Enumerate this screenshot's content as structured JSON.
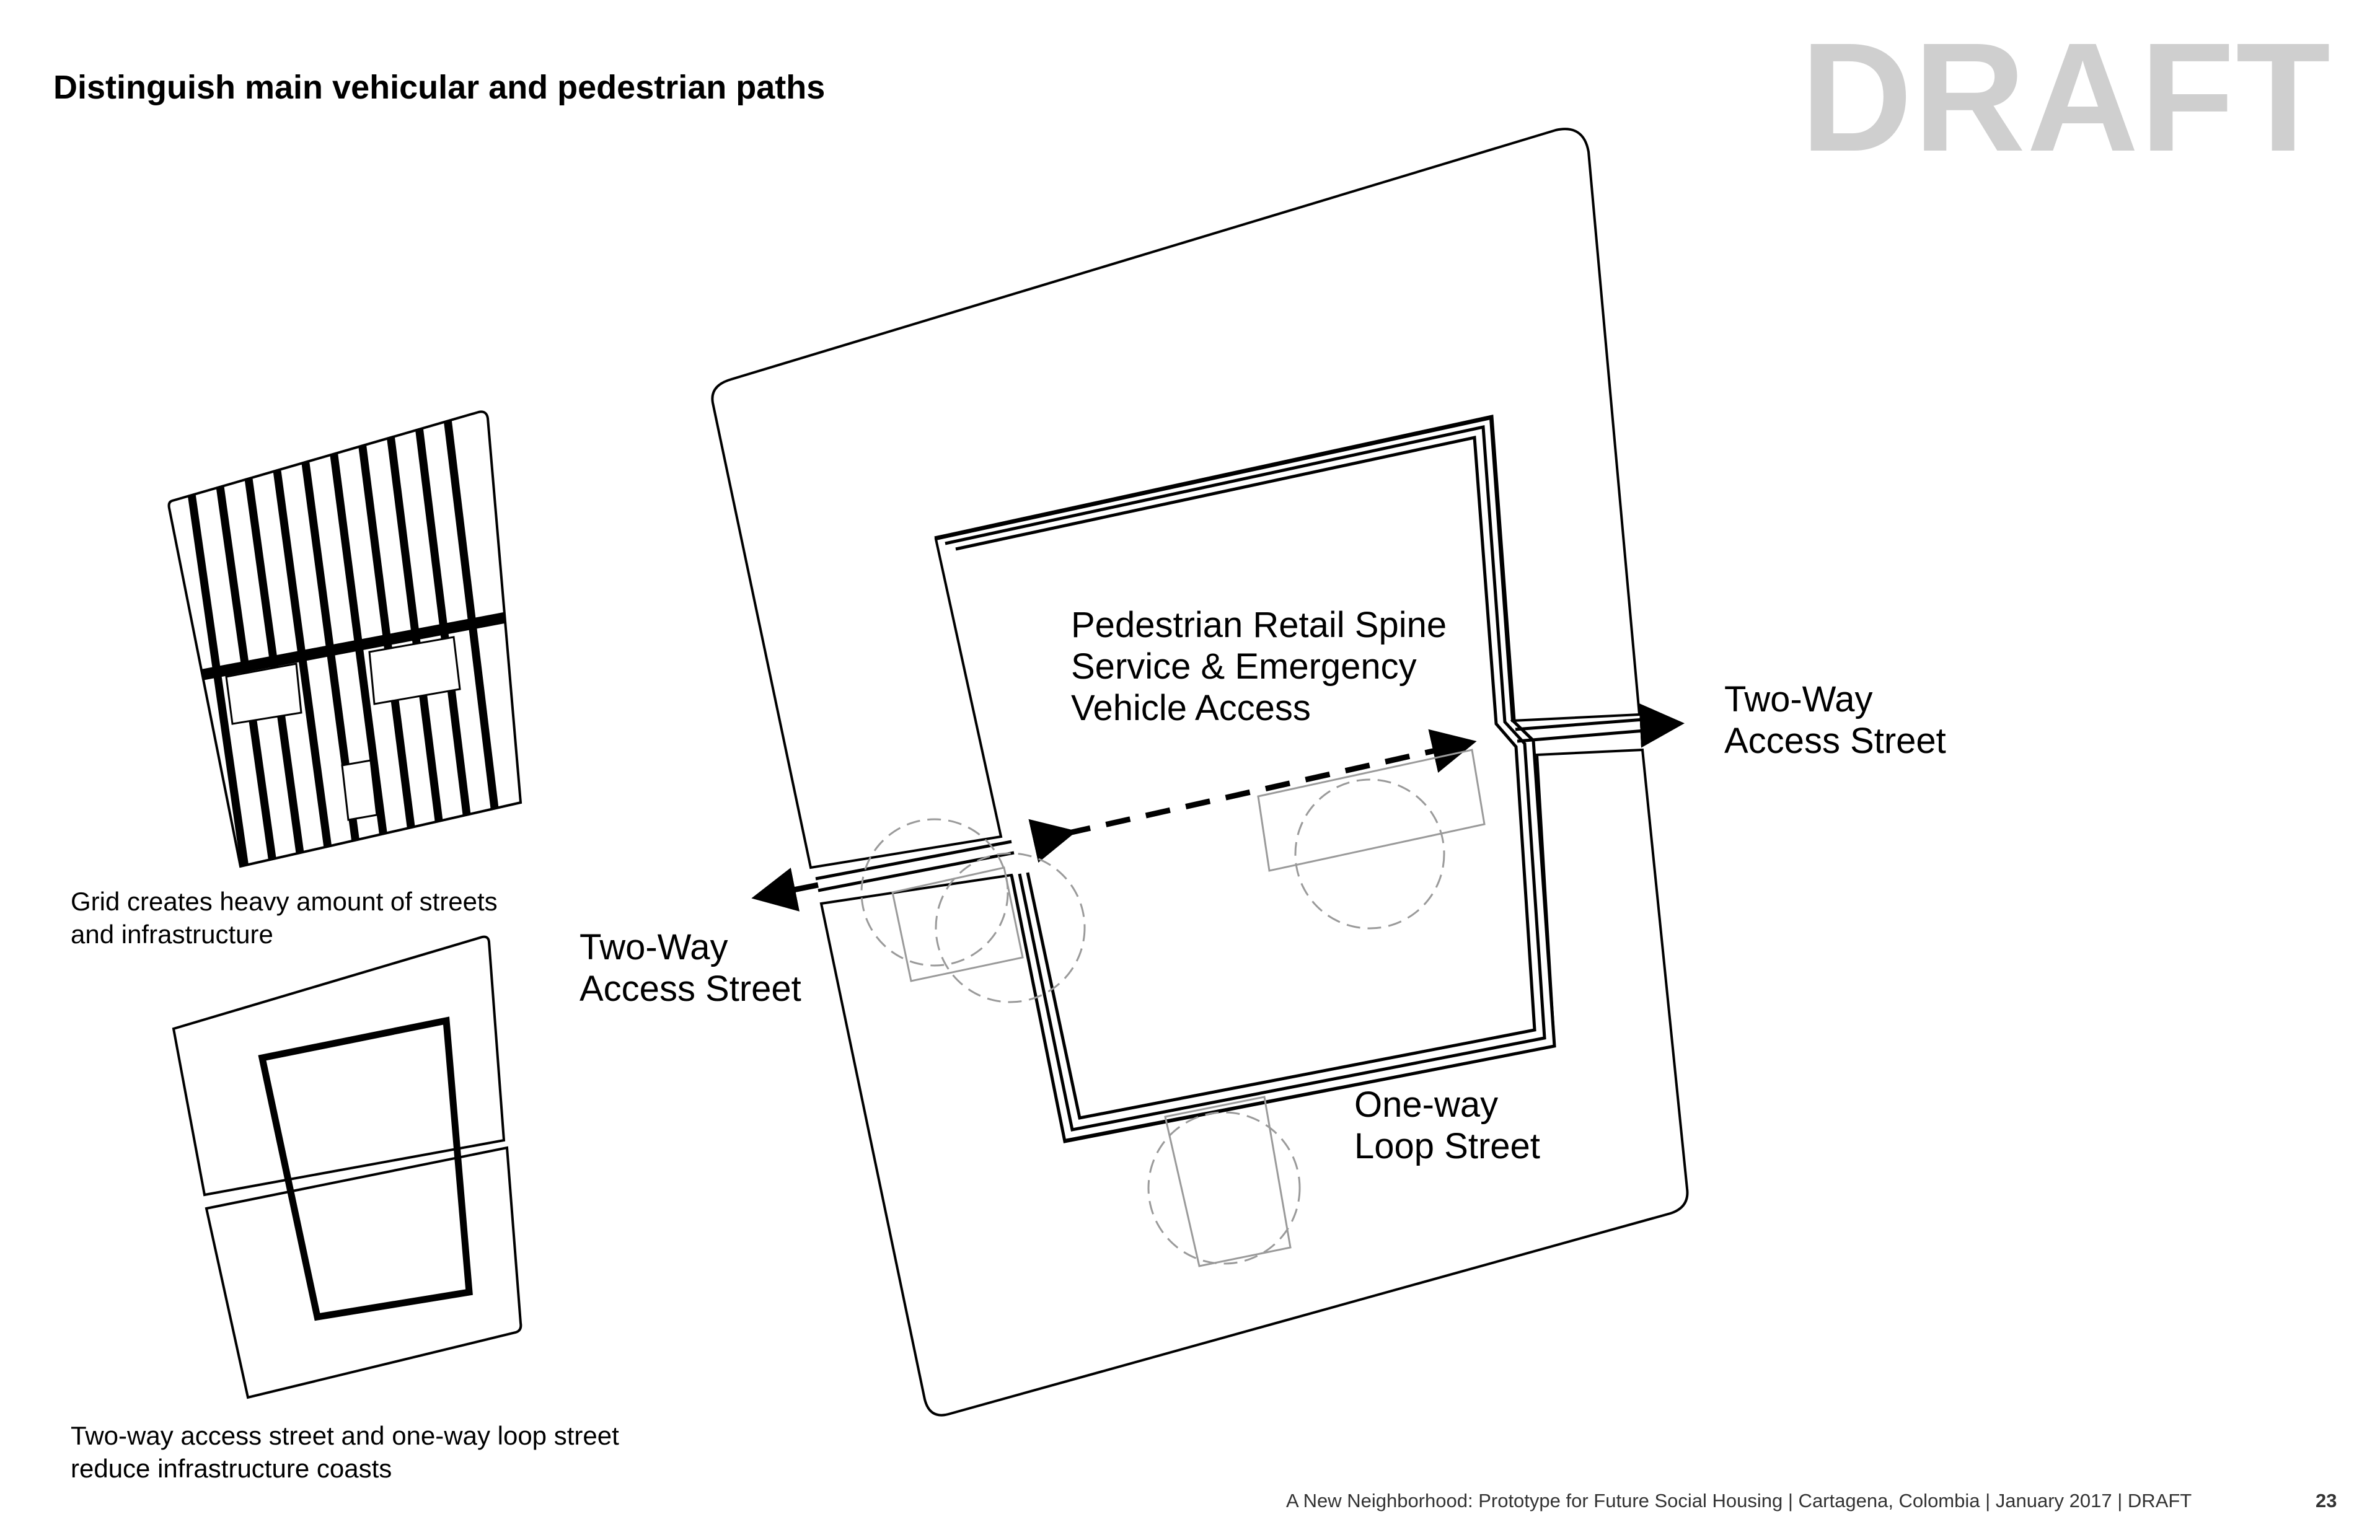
{
  "header": {
    "title": "Distinguish main vehicular and pedestrian paths",
    "watermark": "DRAFT"
  },
  "left_panel": {
    "grid_caption": "Grid creates heavy amount of streets\nand infrastructure",
    "loop_caption": "Two-way access street and one-way loop street\nreduce infrastructure coasts"
  },
  "main_diagram": {
    "label_spine_line1": "Pedestrian Retail Spine",
    "label_spine_line2": "Service & Emergency",
    "label_spine_line3": "Vehicle Access",
    "label_east_line1": "Two-Way",
    "label_east_line2": "Access Street",
    "label_west_line1": "Two-Way",
    "label_west_line2": "Access Street",
    "label_loop_line1": "One-way",
    "label_loop_line2": "Loop Street"
  },
  "footer": {
    "text": "A New Neighborhood: Prototype for Future Social Housing | Cartagena, Colombia | January 2017 | DRAFT",
    "page_number": "23"
  }
}
